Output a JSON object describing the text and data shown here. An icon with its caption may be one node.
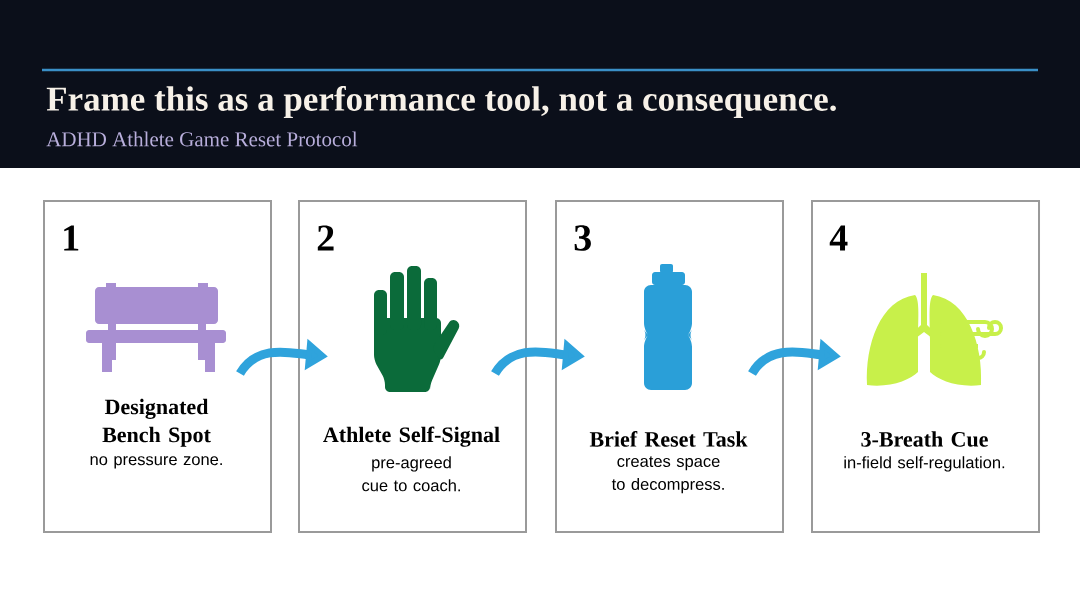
{
  "diagram": {
    "title": "Frame this as a performance tool, not a consequence.",
    "caption": "ADHD Athlete Game Reset Protocol",
    "nodes": [
      {
        "text": [
          "1",
          "Designated Bench Spot",
          "no pressure zone."
        ]
      },
      {
        "text": [
          "2",
          "Athlete Self-Signal",
          "pre-agreed cue to coach."
        ]
      },
      {
        "text": [
          "3",
          "Brief Reset Task",
          "creates space to decompress."
        ]
      },
      {
        "text": [
          "4",
          "3-Breath Cue",
          "in-field self-regulation."
        ]
      }
    ],
    "edges": [
      {
        "from": 0,
        "to": 1,
        "arrow": "to"
      },
      {
        "from": 1,
        "to": 2,
        "arrow": "to"
      },
      {
        "from": 2,
        "to": 3,
        "arrow": "to"
      }
    ]
  }
}
